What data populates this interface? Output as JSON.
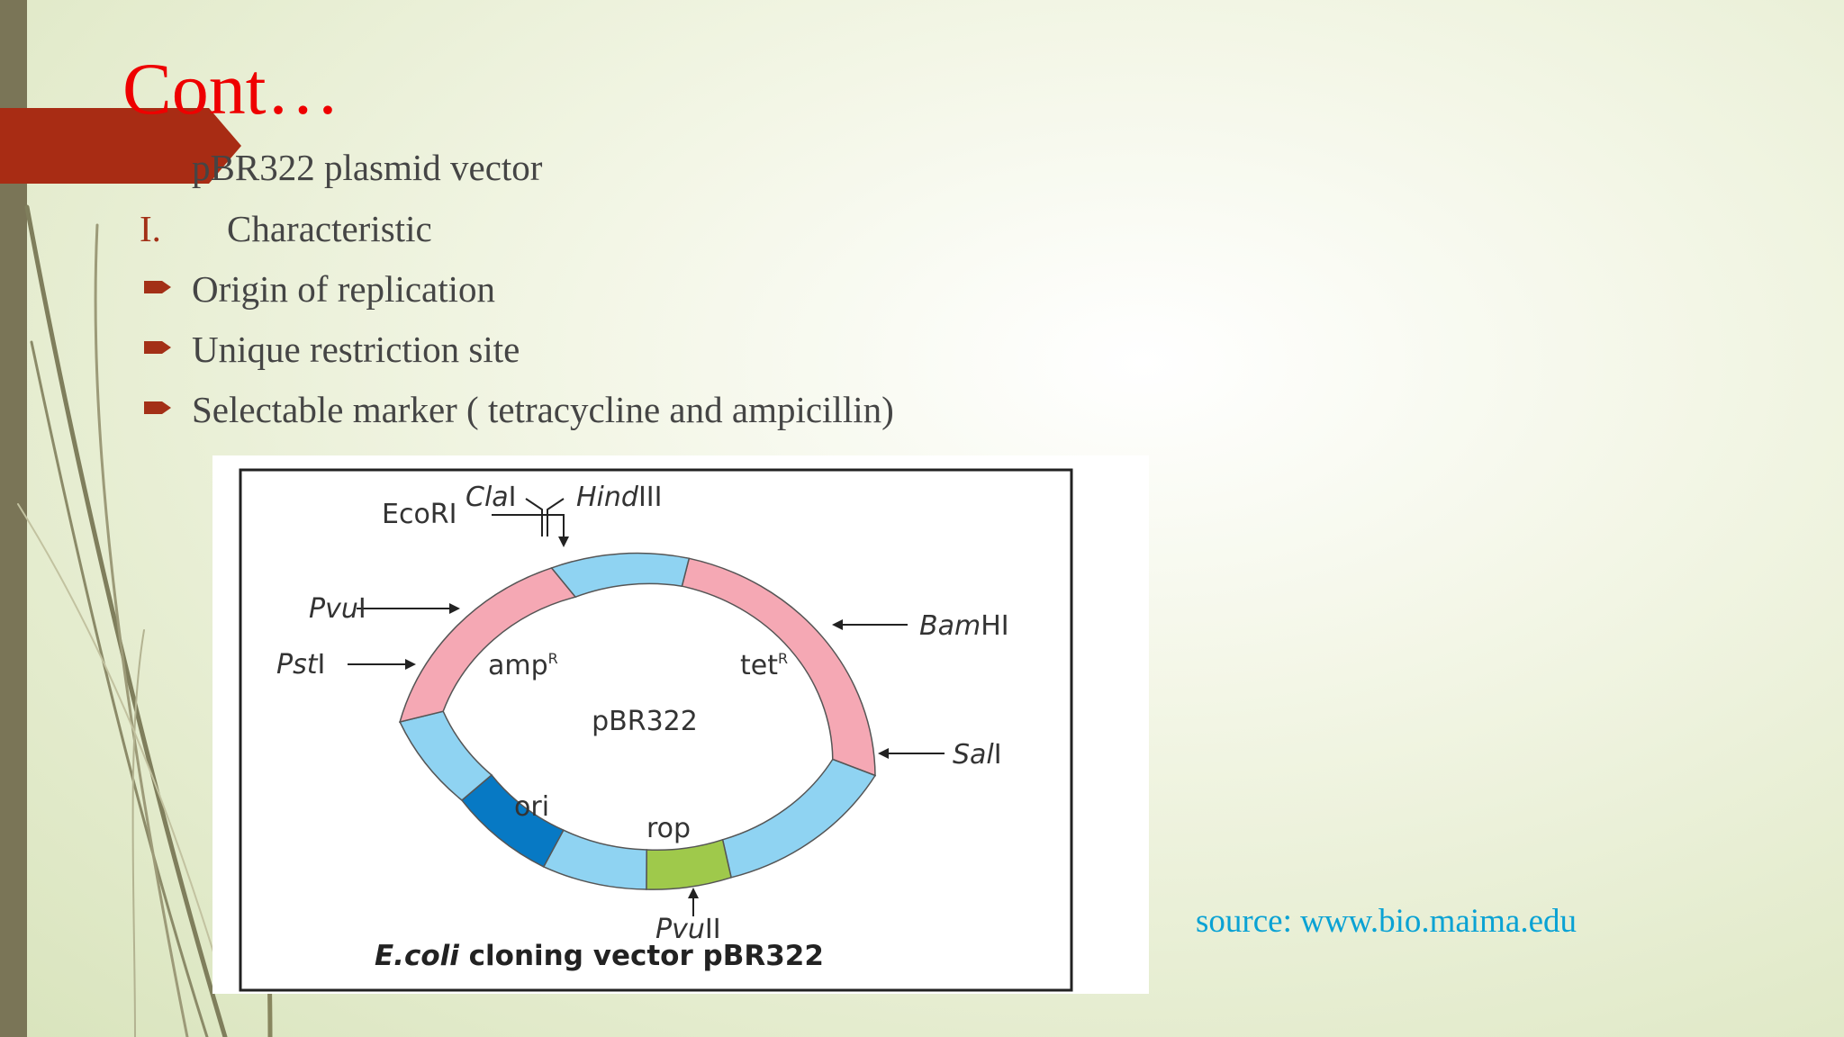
{
  "slide": {
    "title": "Cont…",
    "heading": "pBR322 plasmid vector",
    "section_number": "I.",
    "section_label": "Characteristic",
    "bullets": [
      "Origin of replication",
      "Unique restriction site",
      "Selectable marker ( tetracycline and ampicillin)"
    ],
    "source": "source: www.bio.maima.edu"
  },
  "diagram": {
    "center_label": "pBR322",
    "caption_italic": "E.coli",
    "caption_rest": " cloning vector pBR322",
    "genes": {
      "amp": "amp",
      "amp_sup": "R",
      "tet": "tet",
      "tet_sup": "R",
      "ori": "ori",
      "rop": "rop"
    },
    "sites": {
      "clai": "Cla",
      "clai_suffix": "I",
      "hindiii": "Hind",
      "hindiii_suffix": "III",
      "ecori": "EcoRI",
      "bamhi": "Bam",
      "bamhi_suffix": "HI",
      "pvui": "Pvu",
      "pvui_suffix": "I",
      "psti": "Pst",
      "psti_suffix": "I",
      "sali": "Sal",
      "sali_suffix": "I",
      "pvuii": "Pvu",
      "pvuii_suffix": "II"
    }
  },
  "colors": {
    "title": "#ee0000",
    "accent": "#a33017",
    "text": "#454545",
    "source_link": "#0aa2d4",
    "left_bar": "#7a7557",
    "segment_pink": "#f5a8b4",
    "segment_light_blue": "#8fd3f2",
    "segment_dark_blue": "#0779c4",
    "segment_green": "#9fc94b"
  }
}
